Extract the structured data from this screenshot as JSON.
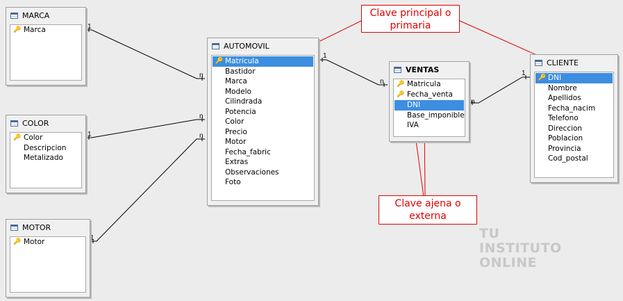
{
  "tables": {
    "marca": {
      "title": "MARCA",
      "fields": [
        {
          "name": "Marca",
          "key": true
        }
      ]
    },
    "color": {
      "title": "COLOR",
      "fields": [
        {
          "name": "Color",
          "key": true
        },
        {
          "name": "Descripcion"
        },
        {
          "name": "Metalizado"
        }
      ]
    },
    "motor": {
      "title": "MOTOR",
      "fields": [
        {
          "name": "Motor",
          "key": true
        }
      ]
    },
    "automovil": {
      "title": "AUTOMOVIL",
      "fields": [
        {
          "name": "Matricula",
          "key": true,
          "selected": true
        },
        {
          "name": "Bastidor"
        },
        {
          "name": "Marca"
        },
        {
          "name": "Modelo"
        },
        {
          "name": "Cilindrada"
        },
        {
          "name": "Potencia"
        },
        {
          "name": "Color"
        },
        {
          "name": "Precio"
        },
        {
          "name": "Motor"
        },
        {
          "name": "Fecha_fabric"
        },
        {
          "name": "Extras"
        },
        {
          "name": "Observaciones"
        },
        {
          "name": "Foto"
        }
      ]
    },
    "ventas": {
      "title": "VENTAS",
      "fields": [
        {
          "name": "Matricula",
          "key": true
        },
        {
          "name": "Fecha_venta",
          "key": true
        },
        {
          "name": "DNI",
          "selected": true
        },
        {
          "name": "Base_imponible"
        },
        {
          "name": "IVA"
        }
      ]
    },
    "cliente": {
      "title": "CLIENTE",
      "fields": [
        {
          "name": "DNI",
          "key": true,
          "selected": true
        },
        {
          "name": "Nombre"
        },
        {
          "name": "Apellidos"
        },
        {
          "name": "Fecha_nacim"
        },
        {
          "name": "Telefono"
        },
        {
          "name": "Direccion"
        },
        {
          "name": "Poblacion"
        },
        {
          "name": "Provincia"
        },
        {
          "name": "Cod_postal"
        }
      ]
    }
  },
  "relations": {
    "marca_automovil": {
      "one": "1",
      "many": "n"
    },
    "color_automovil": {
      "one": "1",
      "many": "n"
    },
    "motor_automovil": {
      "one": "1",
      "many": "n"
    },
    "automovil_ventas": {
      "one": "1",
      "many": "n"
    },
    "cliente_ventas": {
      "one": "1",
      "many": "n"
    }
  },
  "callouts": {
    "primary": {
      "line1": "Clave principal o",
      "line2": "primaria"
    },
    "foreign": {
      "line1": "Clave ajena o",
      "line2": "externa"
    }
  },
  "logo": {
    "line1": "TU",
    "line2": "INSTITUTO",
    "line3": "ONLINE"
  },
  "colors": {
    "accent": "#e00000",
    "selection": "#3d8ee0",
    "key": "#d4a000"
  }
}
